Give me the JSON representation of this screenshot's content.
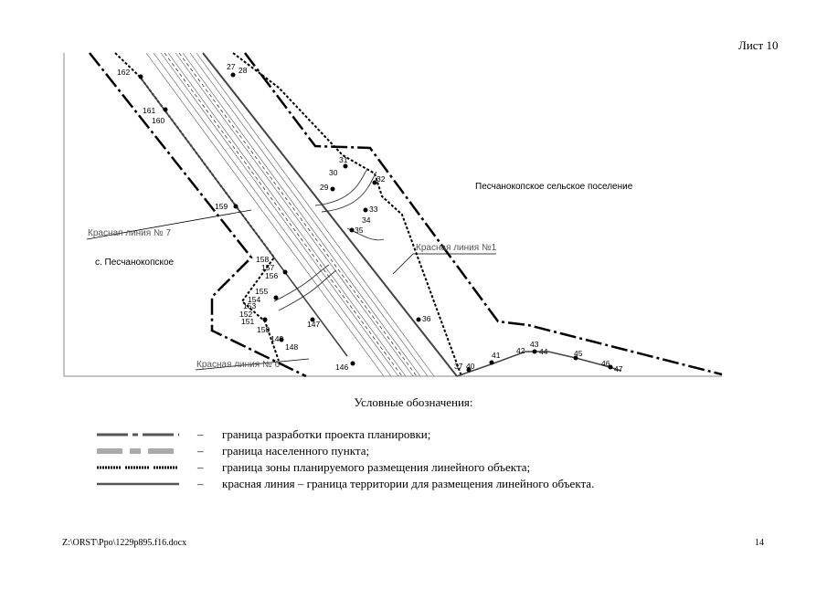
{
  "sheet": {
    "label": "Лист 10"
  },
  "map": {
    "area_labels": [
      {
        "id": "settlement-district",
        "text": "Песчанокопское сельское поселение"
      },
      {
        "id": "village",
        "text": "с. Песчанокопское"
      }
    ],
    "red_lines": [
      {
        "id": "line-7",
        "text": "Красная линия № 7"
      },
      {
        "id": "line-1",
        "text": "Красная линия №1"
      },
      {
        "id": "line-6",
        "text": "Красная линия № 6"
      }
    ],
    "points": [
      "162",
      "161",
      "160",
      "159",
      "158",
      "157",
      "156",
      "155",
      "154",
      "153",
      "152",
      "151",
      "150",
      "149",
      "148",
      "147",
      "146",
      "27",
      "28",
      "29",
      "30",
      "31",
      "32",
      "33",
      "34",
      "35",
      "36",
      "37",
      "40",
      "41",
      "42",
      "43",
      "44",
      "45",
      "46",
      "47"
    ]
  },
  "legend": {
    "title": "Условные обозначения:",
    "items": [
      {
        "dash": "–",
        "text": "граница разработки проекта планировки;",
        "style": "dash-dot"
      },
      {
        "dash": "–",
        "text": "граница населенного пункта;",
        "style": "thick-dash"
      },
      {
        "dash": "–",
        "text": "граница зоны планируемого размещения линейного объекта;",
        "style": "dotted-dash"
      },
      {
        "dash": "–",
        "text": "красная линия – граница территории для размещения линейного объекта.",
        "style": "solid"
      }
    ]
  },
  "footer": {
    "path": "Z:\\ORST\\Ppo\\1229p895.f16.docx",
    "page": "14"
  }
}
